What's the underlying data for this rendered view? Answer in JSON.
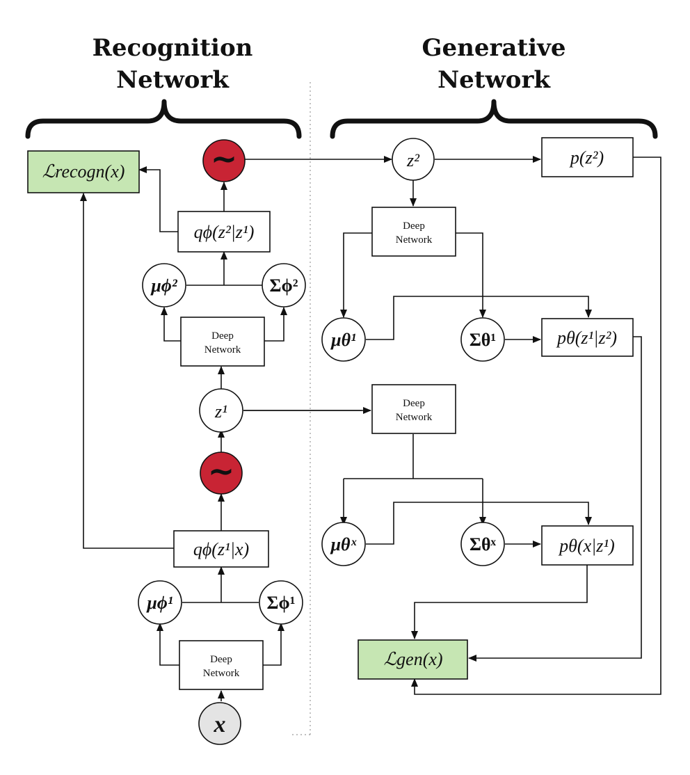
{
  "headers": {
    "recognition_line1": "Recognition",
    "recognition_line2": "Network",
    "generative_line1": "Generative",
    "generative_line2": "Network"
  },
  "recognition": {
    "loss": "ℒrecogn(x)",
    "sample_top": "~",
    "q2": "qϕ(z²|z¹)",
    "mu2": "μϕ²",
    "sigma2": "Σϕ²",
    "deep_net_upper_line1": "Deep",
    "deep_net_upper_line2": "Network",
    "z1": "z¹",
    "sample_bottom": "~",
    "q1": "qϕ(z¹|x)",
    "mu1": "μϕ¹",
    "sigma1": "Σϕ¹",
    "deep_net_lower_line1": "Deep",
    "deep_net_lower_line2": "Network",
    "x": "x"
  },
  "generative": {
    "z2": "z²",
    "prior": "p(z²)",
    "deep_net_upper_line1": "Deep",
    "deep_net_upper_line2": "Network",
    "mu_theta1": "μθ¹",
    "sigma_theta1": "Σθ¹",
    "p_z1_given_z2": "pθ(z¹|z²)",
    "deep_net_lower_line1": "Deep",
    "deep_net_lower_line2": "Network",
    "mu_theta_x": "μθˣ",
    "sigma_theta_x": "Σθˣ",
    "p_x_given_z1": "pθ(x|z¹)",
    "loss": "ℒgen(x)"
  }
}
